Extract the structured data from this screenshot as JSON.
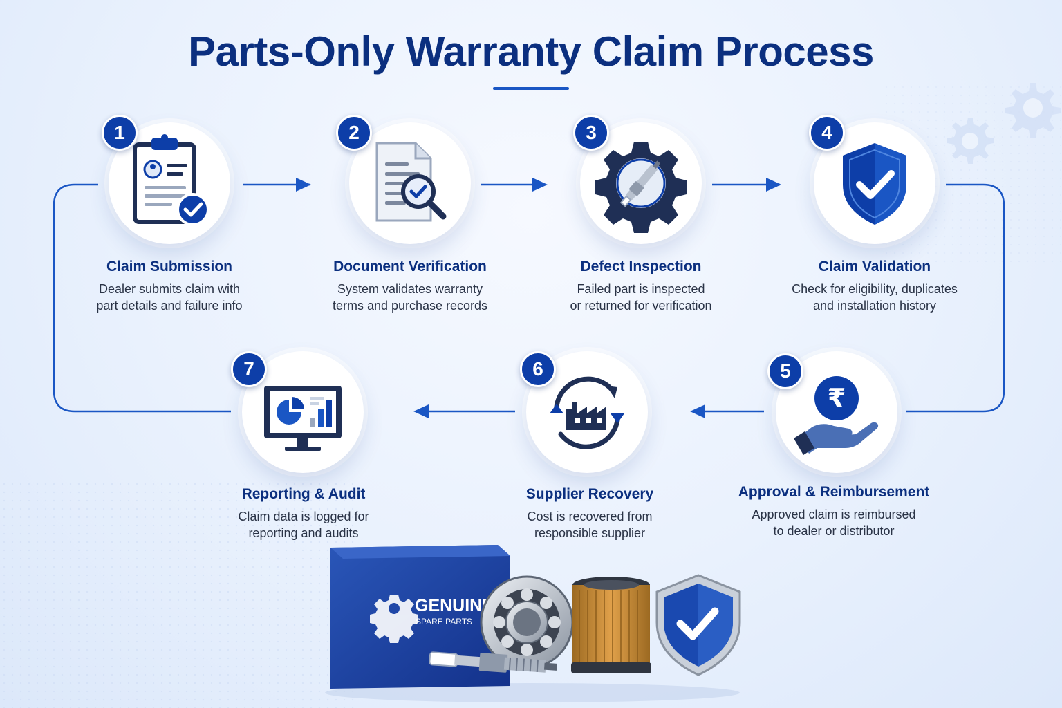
{
  "title": "Parts-Only Warranty Claim Process",
  "colors": {
    "primary": "#0d3ea8",
    "title": "#0b2f7f",
    "connector": "#1a56c4",
    "background": "#eaf1fd"
  },
  "steps": [
    {
      "number": "1",
      "title": "Claim Submission",
      "line1": "Dealer submits claim with",
      "line2": "part details and failure info",
      "icon": "clipboard-check-icon"
    },
    {
      "number": "2",
      "title": "Document Verification",
      "line1": "System validates warranty",
      "line2": "terms and purchase records",
      "icon": "document-search-icon"
    },
    {
      "number": "3",
      "title": "Defect Inspection",
      "line1": "Failed part is inspected",
      "line2": "or returned for verification",
      "icon": "gear-inspection-icon"
    },
    {
      "number": "4",
      "title": "Claim Validation",
      "line1": "Check for eligibility, duplicates",
      "line2": "and installation history",
      "icon": "shield-check-icon"
    },
    {
      "number": "5",
      "title": "Approval & Reimbursement",
      "line1": "Approved claim is reimbursed",
      "line2": "to dealer or distributor",
      "icon": "rupee-hand-icon"
    },
    {
      "number": "6",
      "title": "Supplier Recovery",
      "line1": "Cost is recovered from",
      "line2": "responsible supplier",
      "icon": "factory-cycle-icon"
    },
    {
      "number": "7",
      "title": "Reporting & Audit",
      "line1": "Claim data is logged for",
      "line2": "reporting and audits",
      "icon": "monitor-chart-icon"
    }
  ],
  "product_box": {
    "brand": "GENUINE",
    "subtitle": "SPARE PARTS"
  },
  "rupee_symbol": "₹"
}
